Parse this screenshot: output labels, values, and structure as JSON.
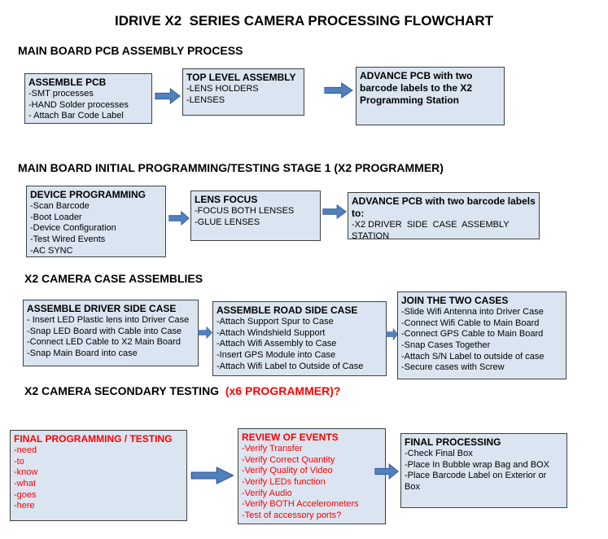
{
  "title": "IDRIVE X2  SERIES CAMERA PROCESSING FLOWCHART",
  "colors": {
    "box_bg": "#dbe5f1",
    "box_border": "#404040",
    "arrow_fill": "#4f81bd",
    "arrow_stroke": "#2f5597",
    "red_text": "#ff0000"
  },
  "sections": [
    {
      "heading": "MAIN BOARD PCB ASSEMBLY PROCESS",
      "heading_red": "",
      "boxes": [
        {
          "title": "ASSEMBLE PCB",
          "items": [
            "-SMT processes",
            "-HAND Solder processes",
            "- Attach Bar Code Label"
          ]
        },
        {
          "title": "TOP LEVEL ASSEMBLY",
          "items": [
            "-LENS HOLDERS",
            "-LENSES"
          ]
        },
        {
          "title": "ADVANCE PCB with two barcode labels to the X2 Programming Station",
          "items": []
        }
      ]
    },
    {
      "heading": "MAIN BOARD INITIAL PROGRAMMING/TESTING STAGE 1 (X2 PROGRAMMER)",
      "heading_red": "",
      "boxes": [
        {
          "title": "DEVICE PROGRAMMING",
          "items": [
            "-Scan Barcode",
            "-Boot Loader",
            "-Device Configuration",
            "-Test Wired Events",
            "-AC SYNC"
          ]
        },
        {
          "title": "LENS FOCUS",
          "items": [
            "-FOCUS BOTH LENSES",
            "-GLUE LENSES"
          ]
        },
        {
          "title": "ADVANCE PCB with two barcode labels to:",
          "items": [
            "-X2 DRIVER  SIDE  CASE  ASSEMBLY STATION"
          ]
        }
      ]
    },
    {
      "heading": "X2 CAMERA CASE ASSEMBLIES",
      "heading_red": "",
      "boxes": [
        {
          "title": "ASSEMBLE DRIVER SIDE CASE",
          "items": [
            "- Insert LED Plastic lens into Driver Case",
            "-Snap LED Board with Cable into Case",
            "-Connect LED Cable to X2 Main Board",
            "-Snap Main Board into case"
          ]
        },
        {
          "title": "ASSEMBLE ROAD SIDE CASE",
          "items": [
            "-Attach Support Spur to Case",
            "-Attach Windshield Support",
            "-Attach Wifi Assembly to Case",
            "-Insert GPS Module into Case",
            "-Attach Wifi Label to Outside of Case"
          ]
        },
        {
          "title": "JOIN THE TWO CASES",
          "items": [
            "-Slide Wifi Antenna into Driver Case",
            "-Connect Wifi Cable to Main Board",
            "-Connect GPS Cable to Main Board",
            "-Snap Cases Together",
            "-Attach S/N Label to outside of case",
            "-Secure cases with Screw"
          ]
        }
      ]
    },
    {
      "heading": "X2 CAMERA SECONDARY TESTING  ",
      "heading_red": "(x6 PROGRAMMER)?",
      "boxes": [
        {
          "title": "FINAL PROGRAMMING / TESTING",
          "items": [
            "-need",
            "-to",
            "-know",
            "-what",
            "-goes",
            "-here"
          ]
        },
        {
          "title": "REVIEW OF EVENTS",
          "items": [
            "-Verify Transfer",
            "-Verify Correct Quantity",
            "-Verify Quality of Video",
            "-Verify LEDs function",
            "-Verify Audio",
            "-Verify BOTH Accelerometers",
            "-Test of accessory ports?"
          ]
        },
        {
          "title": "FINAL PROCESSING",
          "items": [
            "-Check Final Box",
            "-Place In Bubble wrap Bag and BOX",
            "-Place Barcode Label on Exterior or Box"
          ]
        }
      ]
    }
  ]
}
